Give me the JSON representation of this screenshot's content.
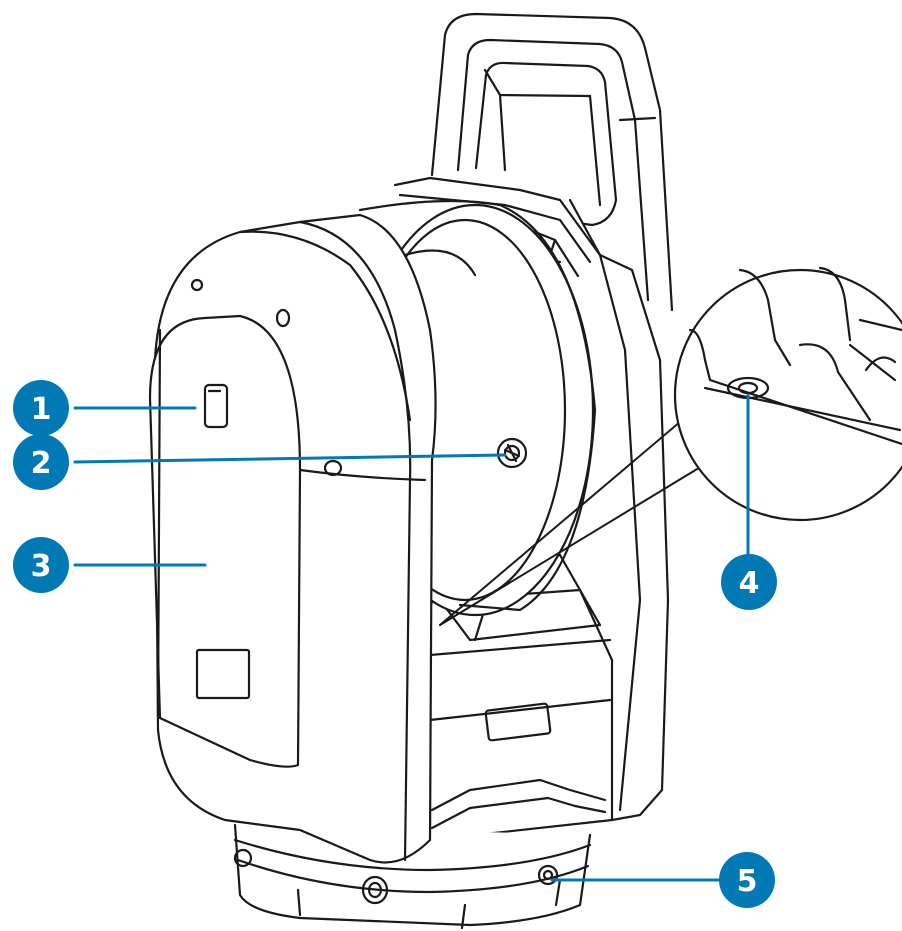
{
  "colors": {
    "callout": "#0079b5",
    "outline": "#1a1a1a",
    "body_fill": "#ffffff"
  },
  "callouts": [
    {
      "number": "1",
      "target": "power-button"
    },
    {
      "number": "2",
      "target": "side-port"
    },
    {
      "number": "3",
      "target": "battery-cover"
    },
    {
      "number": "4",
      "target": "underside-hole-detail"
    },
    {
      "number": "5",
      "target": "base-screw"
    }
  ]
}
